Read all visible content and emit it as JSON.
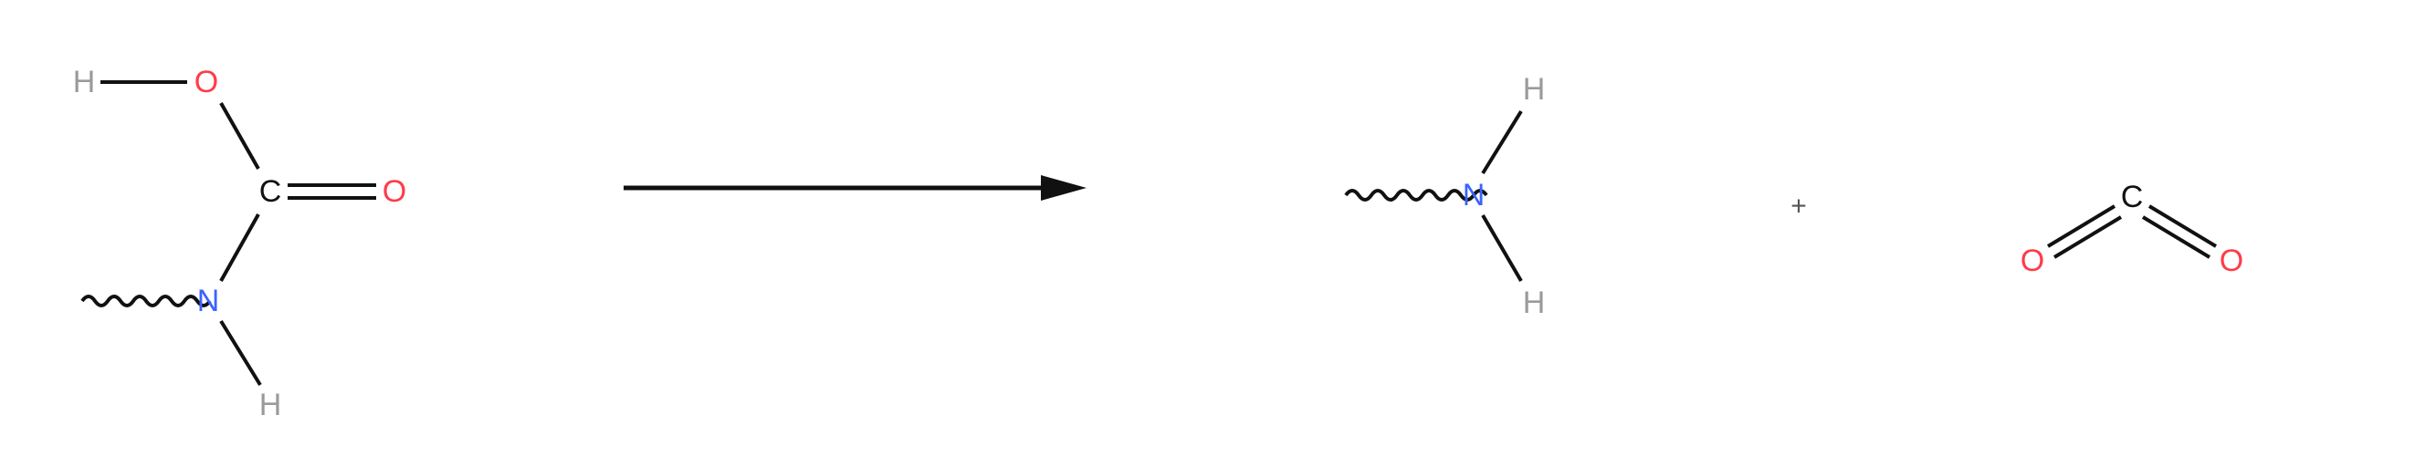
{
  "colors": {
    "oxygen": "#ff3b4a",
    "nitrogen": "#3b63ff",
    "hydrogen": "#9a9a9a",
    "carbon": "#111111",
    "bond": "#111111"
  },
  "reactant": {
    "atoms": {
      "h_top": "H",
      "o_hydroxyl": "O",
      "c_carbonyl": "C",
      "o_carbonyl": "O",
      "n_amine": "N",
      "h_amine": "H"
    }
  },
  "product_amine": {
    "atoms": {
      "n": "N",
      "h_top": "H",
      "h_bottom": "H"
    }
  },
  "plus_sign": "+",
  "product_co2": {
    "atoms": {
      "c": "C",
      "o_left": "O",
      "o_right": "O"
    }
  }
}
